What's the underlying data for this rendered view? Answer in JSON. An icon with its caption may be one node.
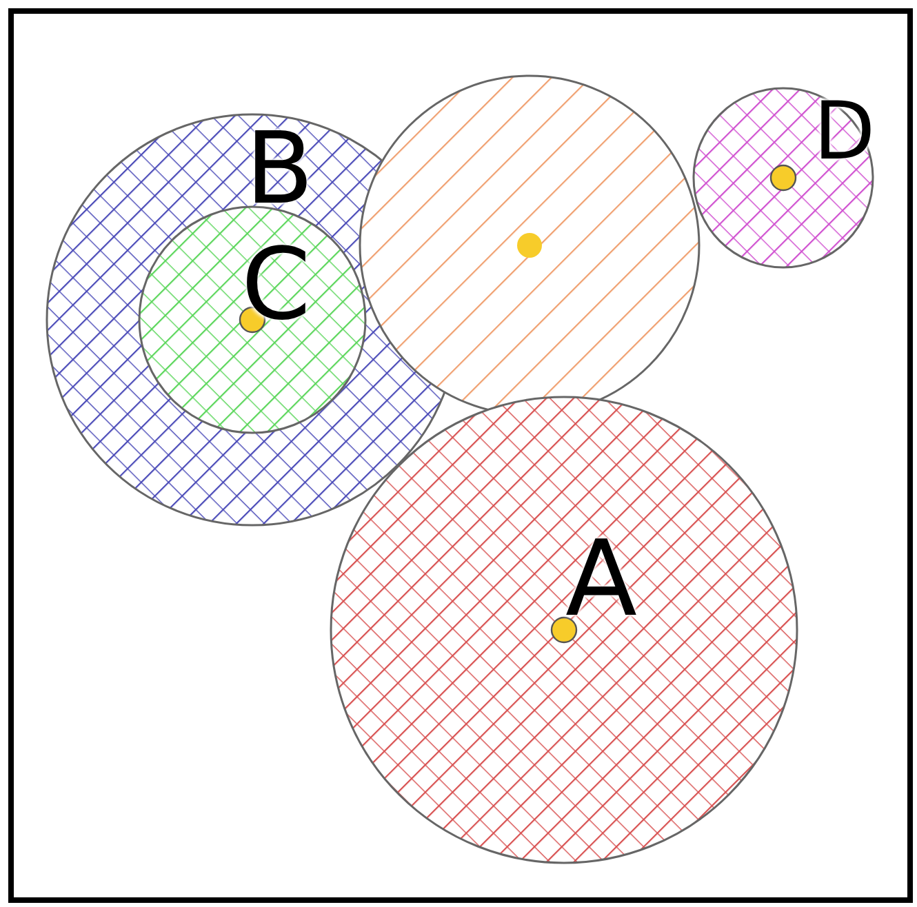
{
  "diagram": {
    "nodes": [
      {
        "text": [
          "B"
        ]
      },
      {
        "text": [
          "C"
        ],
        "in": 0
      },
      {
        "text": [],
        "shape": "circle"
      },
      {
        "text": [
          "D"
        ]
      },
      {
        "text": [
          "A"
        ]
      }
    ]
  }
}
